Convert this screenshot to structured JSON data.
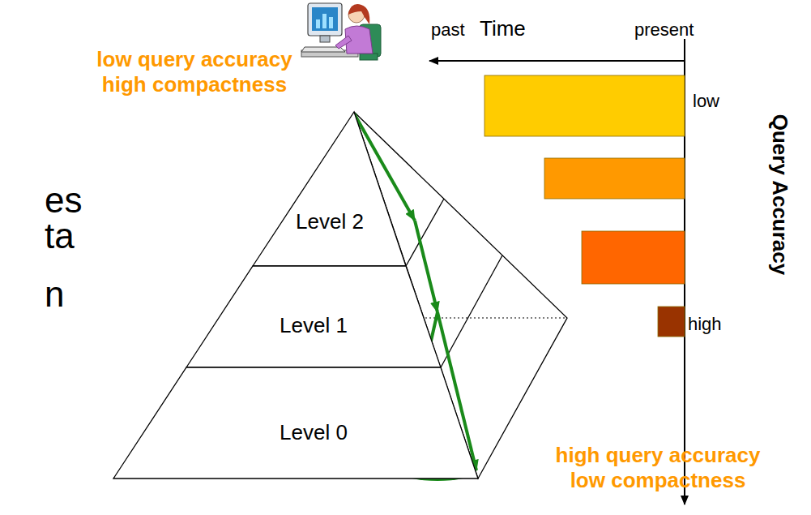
{
  "diagram": {
    "nodes": [
      {
        "text": [
          "Level 2"
        ]
      },
      {
        "text": [
          "Level 1"
        ]
      },
      {
        "text": [
          "Level 0"
        ]
      }
    ],
    "edges": [
      {
        "from": 0,
        "to": 1,
        "arrow": "to"
      },
      {
        "from": 1,
        "to": 2,
        "arrow": "to"
      }
    ],
    "labels": [
      "es",
      "ta",
      "n",
      "low query accuracy high compactness",
      "past",
      "Time",
      "present",
      "low",
      "high",
      "Query Accuracy",
      "high query accuracy low compactness"
    ]
  }
}
